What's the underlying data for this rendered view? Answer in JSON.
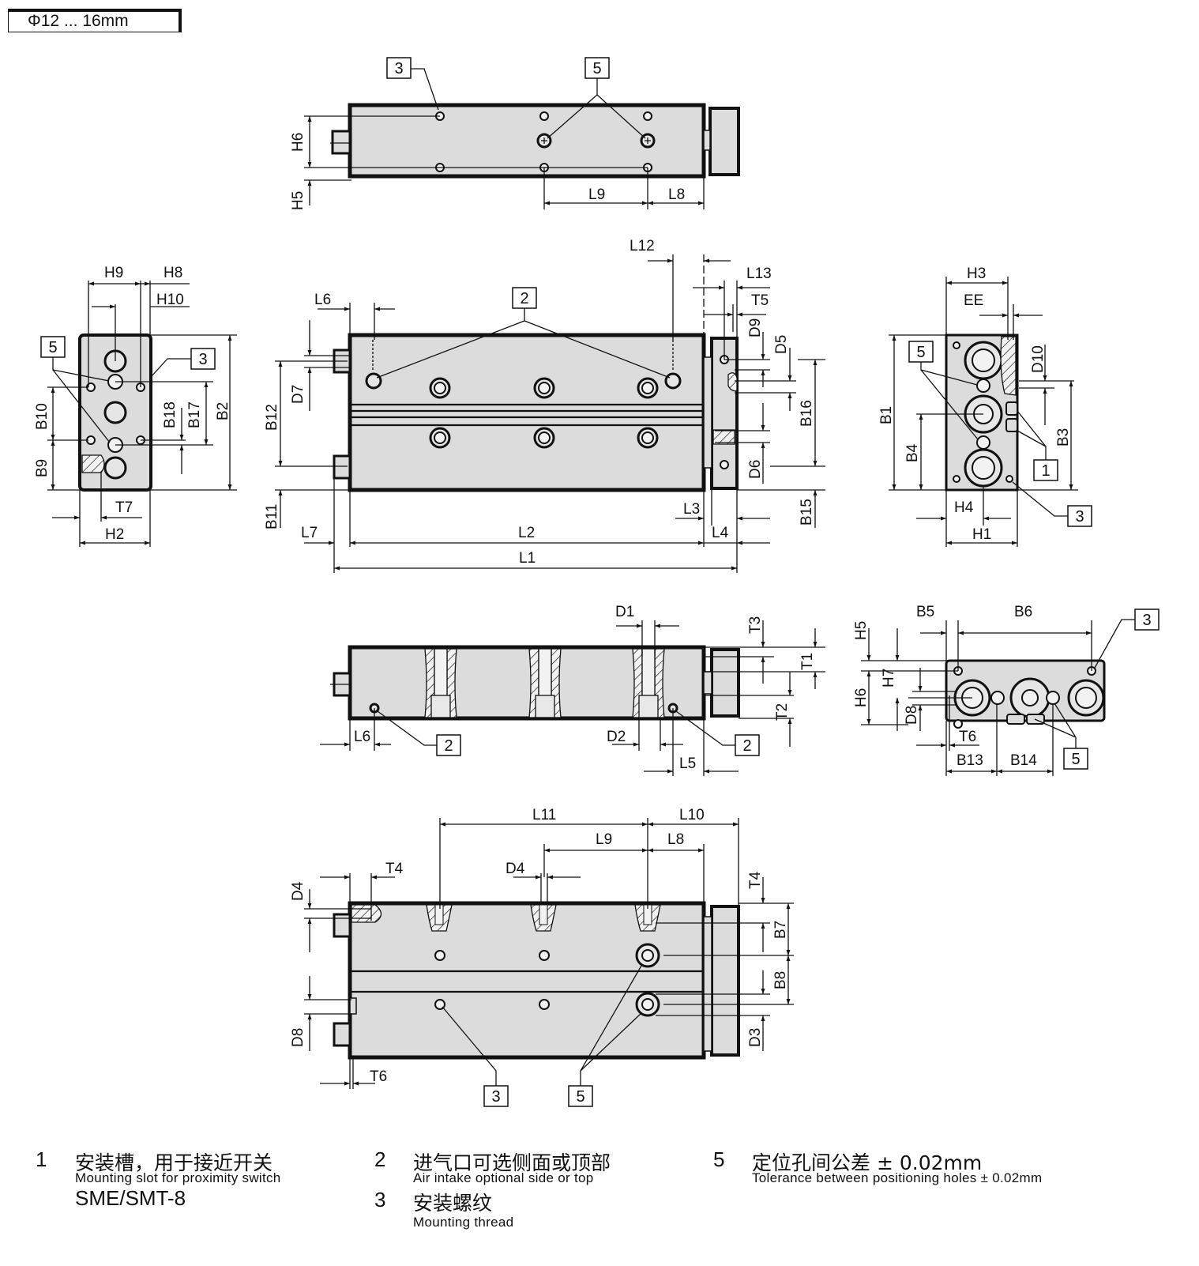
{
  "header": {
    "size_range": "Φ12 ... 16mm"
  },
  "views": {
    "top_view": {
      "dims": {
        "h6": "H6",
        "h5": "H5",
        "l9": "L9",
        "l8": "L8"
      },
      "callouts": {
        "c3": "3",
        "c5": "5"
      }
    },
    "left_end_view": {
      "dims": {
        "h9": "H9",
        "h8": "H8",
        "h10": "H10",
        "b10": "B10",
        "b9": "B9",
        "b18": "B18",
        "b17": "B17",
        "b2": "B2",
        "t7": "T7",
        "h2": "H2"
      },
      "callouts": {
        "c5": "5",
        "c3": "3"
      }
    },
    "front_view": {
      "dims": {
        "l12": "L12",
        "l13": "L13",
        "t5": "T5",
        "l6": "L6",
        "d9": "D9",
        "d5": "D5",
        "d7": "D7",
        "b12": "B12",
        "b16": "B16",
        "d6": "D6",
        "b11": "B11",
        "l3": "L3",
        "b15": "B15",
        "l7": "L7",
        "l2": "L2",
        "l4": "L4",
        "l1": "L1"
      },
      "callouts": {
        "c2": "2"
      }
    },
    "right_end_view": {
      "dims": {
        "h3": "H3",
        "ee": "EE",
        "d10": "D10",
        "b1": "B1",
        "b4": "B4",
        "b3": "B3",
        "h4": "H4",
        "h1": "H1"
      },
      "callouts": {
        "c5": "5",
        "c1": "1",
        "c3": "3"
      }
    },
    "section_view": {
      "dims": {
        "d1": "D1",
        "t3": "T3",
        "t1": "T1",
        "t2": "T2",
        "l6": "L6",
        "d2": "D2",
        "l5": "L5"
      },
      "callouts": {
        "c2a": "2",
        "c2b": "2"
      }
    },
    "bottom_end_view": {
      "dims": {
        "b5": "B5",
        "b6": "B6",
        "h5": "H5",
        "h7": "H7",
        "h6": "H6",
        "d8": "D8",
        "t6": "T6",
        "b13": "B13",
        "b14": "B14"
      },
      "callouts": {
        "c3": "3",
        "c5": "5"
      }
    },
    "bottom_view": {
      "dims": {
        "l11": "L11",
        "l10": "L10",
        "l9": "L9",
        "l8": "L8",
        "t4a": "T4",
        "d4a": "D4",
        "d4b": "D4",
        "t4b": "T4",
        "b7": "B7",
        "b8": "B8",
        "d8": "D8",
        "d3": "D3",
        "t6": "T6"
      },
      "callouts": {
        "c3": "3",
        "c5": "5"
      }
    }
  },
  "legend": {
    "items": [
      {
        "num": "1",
        "zh": "安装槽，用于接近开关",
        "en": "Mounting slot for proximity switch",
        "extra": "SME/SMT-8"
      },
      {
        "num": "2",
        "zh": "进气口可选侧面或顶部",
        "en": "Air intake optional side or top"
      },
      {
        "num": "3",
        "zh": "安装螺纹",
        "en": "Mounting thread"
      },
      {
        "num": "5",
        "zh": "定位孔间公差 ± 0.02mm",
        "en": "Tolerance between positioning holes  ± 0.02mm"
      }
    ]
  }
}
